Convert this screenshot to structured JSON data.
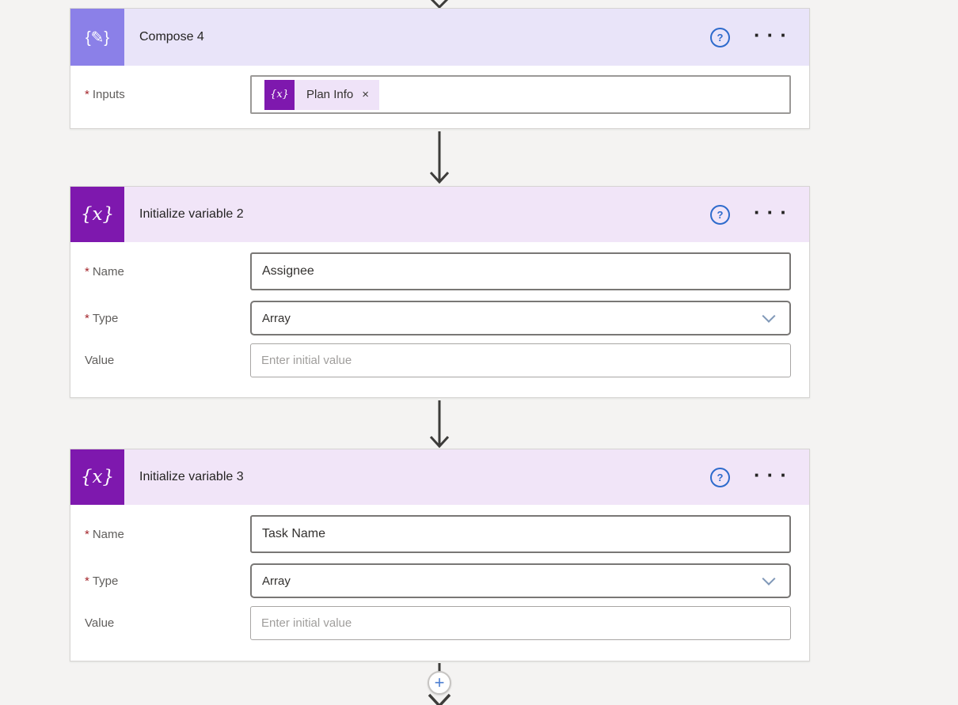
{
  "ui": {
    "required_marker": "*",
    "icons": {
      "compose": "{✎}",
      "variable": "{x}",
      "token_badge": "{x}",
      "help": "?",
      "more": "···",
      "close": "×",
      "plus": "+"
    },
    "colors": {
      "compose_icon_bg": "#8B80E8",
      "compose_header_bg": "#E9E4F9",
      "variable_icon_bg": "#7E18AE",
      "variable_header_bg": "#F1E5F8",
      "help_blue": "#2E6BCC",
      "token_pill_bg": "#EFE3F8",
      "plus_blue": "#4D7FD1",
      "arrow_gray": "#3D3C3A"
    }
  },
  "cards": [
    {
      "title": "Compose 4",
      "inputs": {
        "label": "Inputs",
        "token_text": "Plan Info"
      }
    },
    {
      "title": "Initialize variable 2",
      "name": {
        "label": "Name",
        "value": "Assignee"
      },
      "type": {
        "label": "Type",
        "value": "Array"
      },
      "value": {
        "label": "Value",
        "placeholder": "Enter initial value"
      }
    },
    {
      "title": "Initialize variable 3",
      "name": {
        "label": "Name",
        "value": "Task Name"
      },
      "type": {
        "label": "Type",
        "value": "Array"
      },
      "value": {
        "label": "Value",
        "placeholder": "Enter initial value"
      }
    }
  ]
}
